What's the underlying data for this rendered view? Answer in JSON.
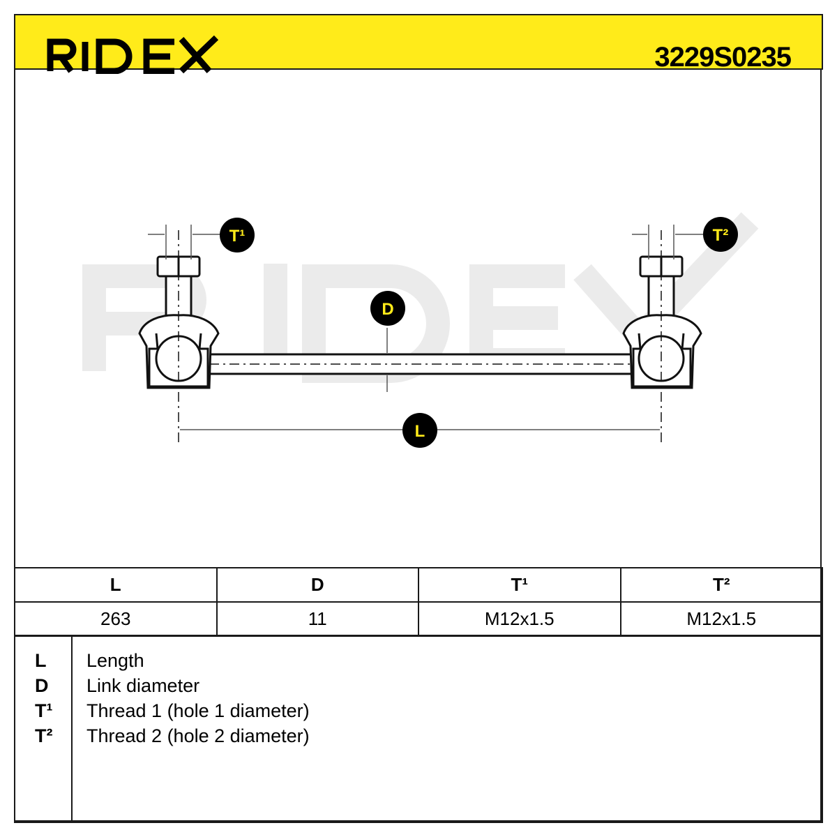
{
  "header": {
    "brand": "RIDEX",
    "part_number": "3229S0235",
    "background_color": "#ffeb1a"
  },
  "drawing": {
    "watermark": "RIDEX",
    "callouts": {
      "t1": "T¹",
      "t2": "T²",
      "d": "D",
      "l": "L"
    }
  },
  "spec_table": {
    "columns": [
      "L",
      "D",
      "T¹",
      "T²"
    ],
    "values": [
      "263",
      "11",
      "M12x1.5",
      "M12x1.5"
    ]
  },
  "legend": [
    {
      "key": "L",
      "text": "Length"
    },
    {
      "key": "D",
      "text": "Link diameter"
    },
    {
      "key": "T¹",
      "text": "Thread 1 (hole 1 diameter)"
    },
    {
      "key": "T²",
      "text": "Thread 2 (hole 2 diameter)"
    }
  ]
}
